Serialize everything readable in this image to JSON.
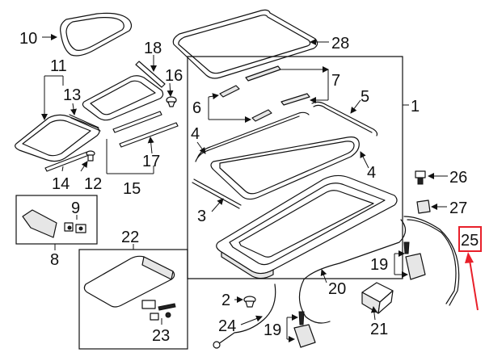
{
  "diagram": {
    "highlight_color": "#e8202a",
    "labels": {
      "l1": "1",
      "l2": "2",
      "l3": "3",
      "l4a": "4",
      "l4b": "4",
      "l5": "5",
      "l6": "6",
      "l7": "7",
      "l8": "8",
      "l9": "9",
      "l10": "10",
      "l11": "11",
      "l12": "12",
      "l13": "13",
      "l14": "14",
      "l15": "15",
      "l16": "16",
      "l17": "17",
      "l18": "18",
      "l19a": "19",
      "l19b": "19",
      "l20": "20",
      "l21": "21",
      "l22": "22",
      "l23": "23",
      "l24": "24",
      "l25": "25",
      "l26": "26",
      "l27": "27",
      "l28": "28"
    }
  }
}
